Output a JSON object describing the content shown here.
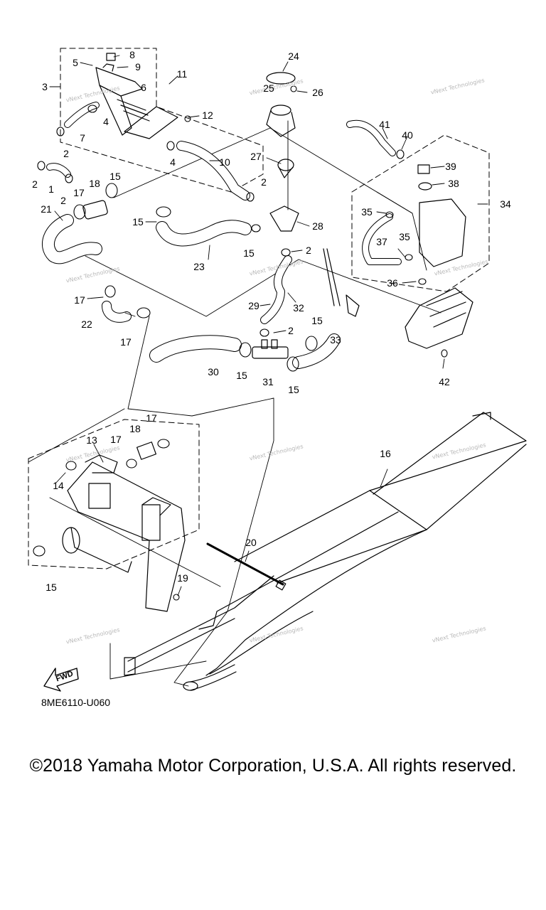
{
  "diagram": {
    "drawing_code": "8ME6110-U060",
    "fwd_label": "FWD",
    "watermark_text": "vNext Technologies",
    "callouts": [
      "1",
      "2",
      "3",
      "4",
      "5",
      "6",
      "7",
      "8",
      "9",
      "10",
      "11",
      "12",
      "13",
      "14",
      "15",
      "16",
      "17",
      "18",
      "19",
      "20",
      "21",
      "22",
      "23",
      "24",
      "25",
      "26",
      "27",
      "28",
      "29",
      "30",
      "31",
      "32",
      "33",
      "34",
      "35",
      "36",
      "37",
      "38",
      "39",
      "40",
      "41",
      "42"
    ]
  },
  "footer": {
    "copyright": "©2018 Yamaha Motor Corporation, U.S.A. All rights reserved."
  },
  "colors": {
    "line": "#000000",
    "background": "#ffffff",
    "watermark": "#b8b8b8"
  }
}
